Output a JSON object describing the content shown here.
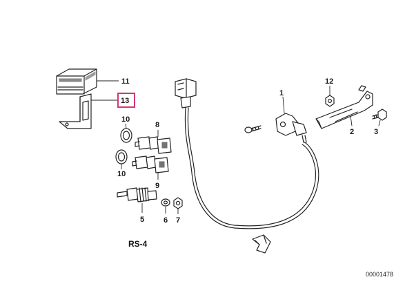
{
  "callouts": {
    "c1": "1",
    "c2": "2",
    "c3": "3",
    "c5": "5",
    "c6": "6",
    "c7": "7",
    "c8": "8",
    "c9": "9",
    "c10a": "10",
    "c10b": "10",
    "c11": "11",
    "c12": "12",
    "c13": "13"
  },
  "highlighted_part": "13",
  "diagram_ref": "RS-4",
  "image_code": "00001478",
  "colors": {
    "highlight": "#d6337a",
    "ink": "#222222"
  }
}
